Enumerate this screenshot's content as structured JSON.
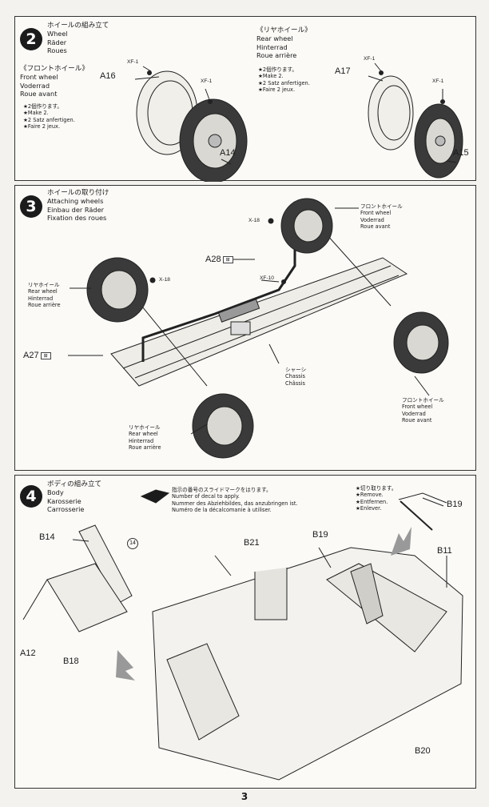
{
  "step2": {
    "number": "2",
    "title_jp": "ホイールの組み立て",
    "title_en": "Wheel",
    "title_de": "Räder",
    "title_fr": "Roues",
    "front": {
      "title_jp": "《フロントホイール》",
      "en": "Front wheel",
      "de": "Voderrad",
      "fr": "Roue avant",
      "note_jp": "★2個作ります。",
      "note_en": "★Make 2.",
      "note_de": "★2 Satz anfertigen.",
      "note_fr": "★Faire 2 jeux."
    },
    "rear": {
      "title_jp": "《リヤホイール》",
      "en": "Rear wheel",
      "de": "Hinterrad",
      "fr": "Roue arrière",
      "note_jp": "★2個作ります。",
      "note_en": "★Make 2.",
      "note_de": "★2 Satz anfertigen.",
      "note_fr": "★Faire 2 jeux."
    },
    "parts": {
      "a16": "A16",
      "a14": "A14",
      "a17": "A17",
      "a15": "A15",
      "xf1": "XF-1"
    }
  },
  "step3": {
    "number": "3",
    "title_jp": "ホイールの取り付け",
    "title_en": "Attaching wheels",
    "title_de": "Einbau der Räder",
    "title_fr": "Fixation des roues",
    "front_wheel": {
      "jp": "フロントホイール",
      "en": "Front wheel",
      "de": "Voderrad",
      "fr": "Roue avant"
    },
    "rear_wheel": {
      "jp": "リヤホイール",
      "en": "Rear wheel",
      "de": "Hinterrad",
      "fr": "Roue arrière"
    },
    "chassis": {
      "jp": "シャーシ",
      "en": "Chassis",
      "fr": "Châssis"
    },
    "parts": {
      "x18": "X-18",
      "a28": "A28",
      "xf10": "XF-10",
      "a27": "A27",
      "tag": "⊞"
    }
  },
  "step4": {
    "number": "4",
    "title_jp": "ボディの組み立て",
    "title_en": "Body",
    "title_de": "Karosserie",
    "title_fr": "Carrosserie",
    "decal_jp": "指示の番号のスライドマークをはります。",
    "decal_en": "Number of decal to apply.",
    "decal_de": "Nummer des Abziehbildes, das anzubringen ist.",
    "decal_fr": "Numéro de la décalcomanie à utiliser.",
    "cut_jp": "★切り取ります。",
    "cut_en": "★Remove.",
    "cut_de": "★Entfernen.",
    "cut_fr": "★Enlever.",
    "decal_number": "14",
    "parts": {
      "b14": "B14",
      "b21": "B21",
      "b19": "B19",
      "b11": "B11",
      "a12": "A12",
      "b18": "B18",
      "b20": "B20"
    }
  },
  "page_number": "3"
}
